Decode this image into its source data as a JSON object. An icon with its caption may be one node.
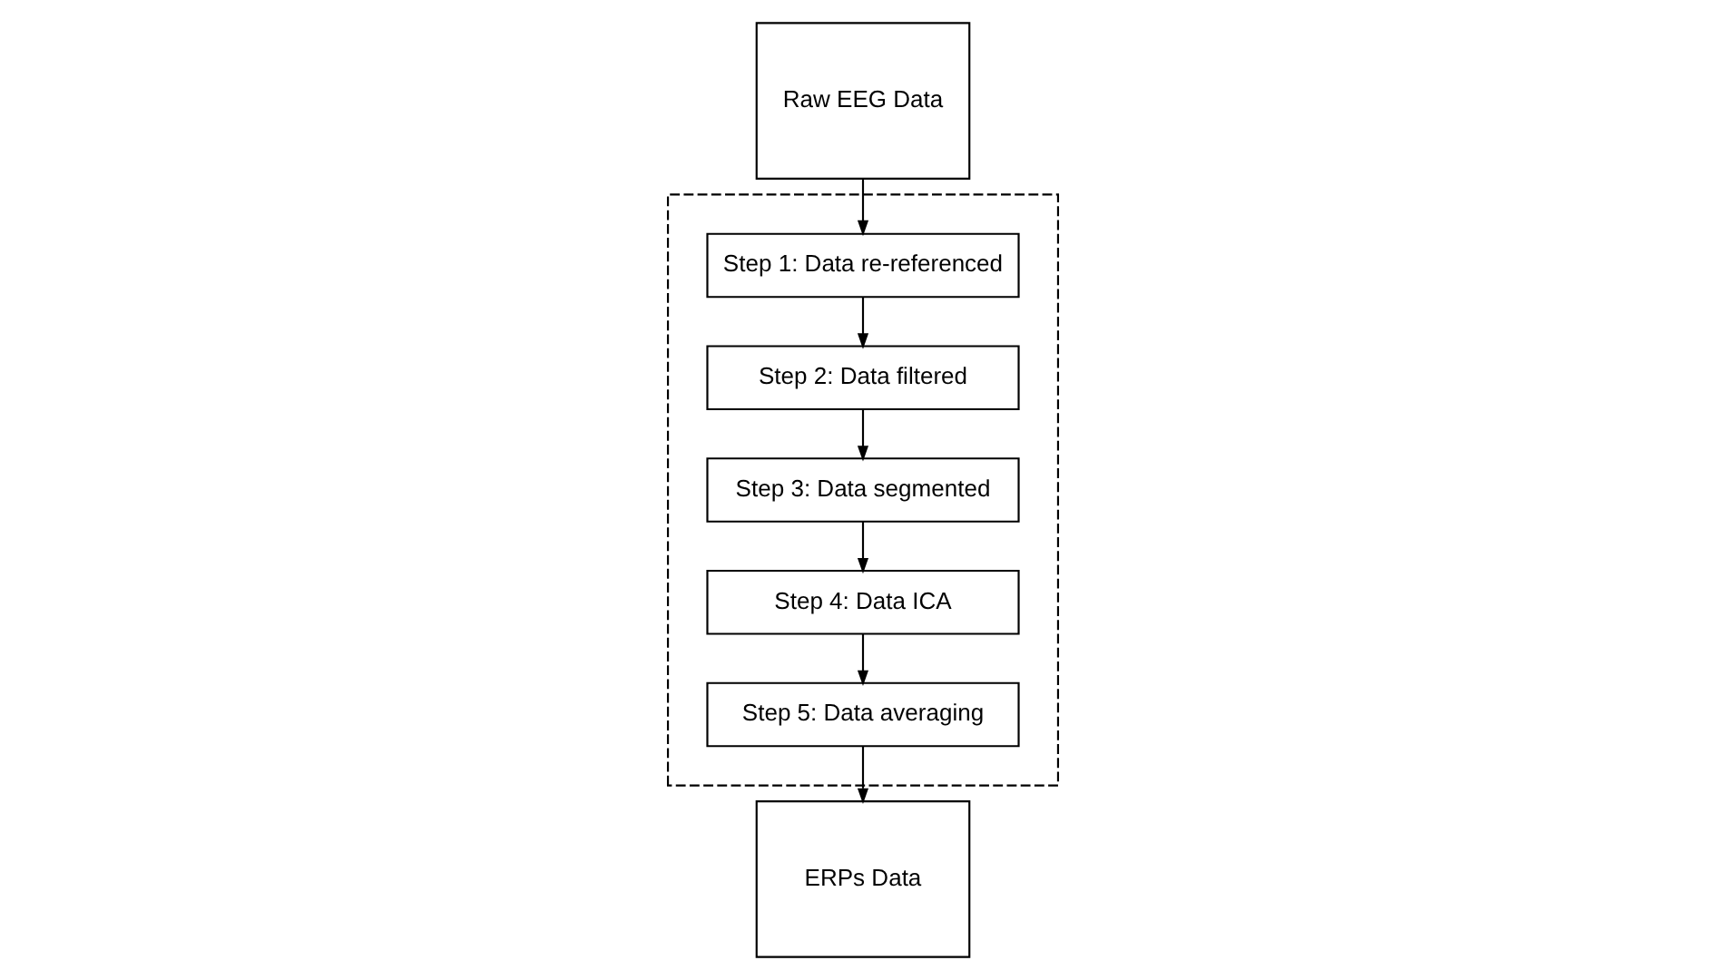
{
  "diagram": {
    "nodes": [
      {
        "text": [
          "Raw EEG Data"
        ]
      },
      {
        "text": [],
        "shape": "box"
      },
      {
        "text": [
          "Step 1: Data re-referenced"
        ],
        "in": 1
      },
      {
        "text": [
          "Step 2: Data filtered"
        ],
        "in": 1
      },
      {
        "text": [
          "Step 3: Data segmented"
        ],
        "in": 1
      },
      {
        "text": [
          "Step 4: Data ICA"
        ],
        "in": 1
      },
      {
        "text": [
          "Step 5: Data averaging"
        ],
        "in": 1
      },
      {
        "text": [
          "ERPs Data"
        ]
      }
    ],
    "edges": [
      {
        "from": 0,
        "to": 2,
        "arrow": "to"
      },
      {
        "from": 2,
        "to": 3,
        "arrow": "to"
      },
      {
        "from": 3,
        "to": 4,
        "arrow": "to"
      },
      {
        "from": 4,
        "to": 5,
        "arrow": "to"
      },
      {
        "from": 5,
        "to": 6,
        "arrow": "to"
      },
      {
        "from": 6,
        "to": 7,
        "arrow": "to"
      }
    ]
  }
}
